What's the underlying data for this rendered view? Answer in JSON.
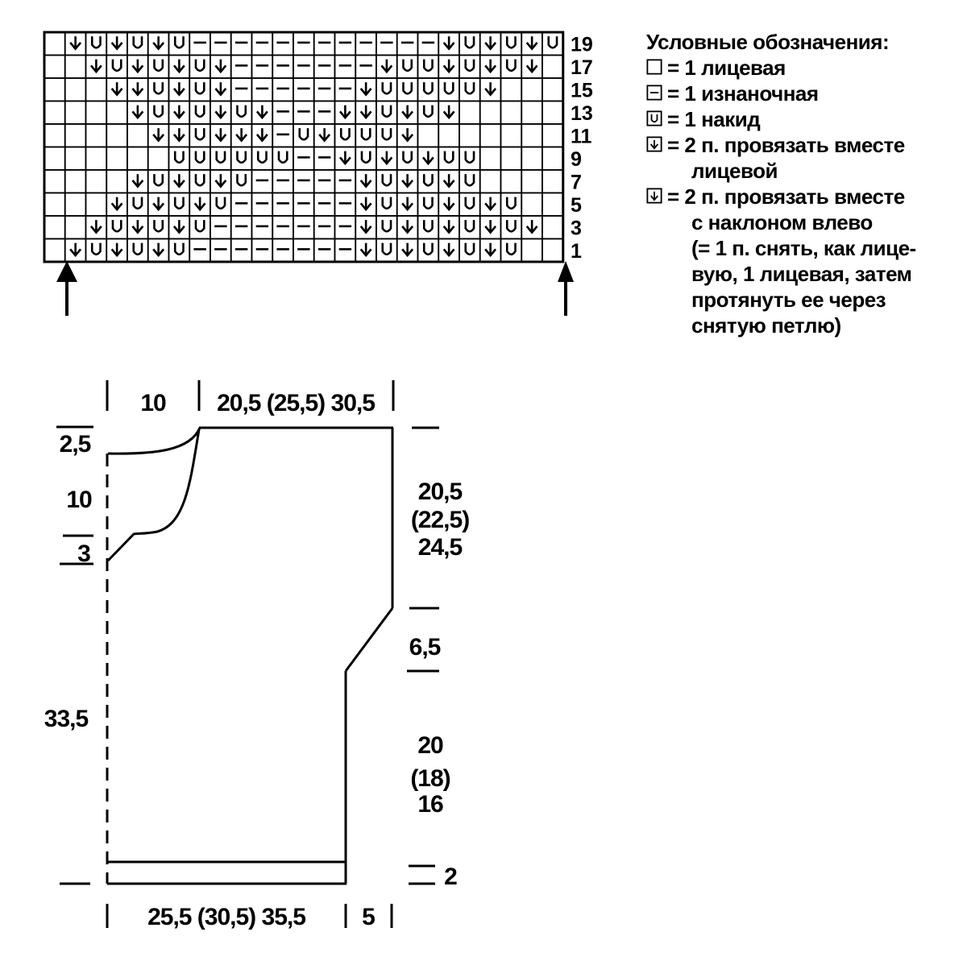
{
  "chart_grid": {
    "row_labels": [
      "19",
      "17",
      "15",
      "13",
      "11",
      "9",
      "7",
      "5",
      "3",
      "1"
    ],
    "rows": [
      ".ououou------------ouououo.",
      "..ouououo-------ouuououo...",
      "...oououo------ouuuuuo....",
      "....ouououo---oououo......",
      ".....oouooo-uouuuo........",
      "......uuuuuu--ouououu.....",
      "....ououou-----ououou.....",
      "...ououou------ouououou...",
      "..ououou-------ououououo..",
      ".ououou--------ouououou..."
    ]
  },
  "legend": {
    "title": "Условные обозначения:",
    "items": [
      {
        "symbol": "knit",
        "lines": [
          "= 1 лицевая"
        ]
      },
      {
        "symbol": "purl",
        "lines": [
          "= 1 изнаночная"
        ]
      },
      {
        "symbol": "yarn-over",
        "lines": [
          "= 1 накид"
        ]
      },
      {
        "symbol": "k2tog",
        "lines": [
          "= 2 п. провязать вместе",
          "лицевой"
        ]
      },
      {
        "symbol": "ssk",
        "lines": [
          "= 2 п. провязать вместе",
          "с наклоном влево",
          "(= 1 п. снять, как лице-",
          "вую, 1 лицевая, затем",
          "протянуть ее через",
          "снятую петлю)"
        ]
      }
    ]
  },
  "schematic": {
    "top_left_width": "10",
    "top_right_width": "20,5 (25,5) 30,5",
    "left_top": "2,5",
    "left_neck": "10",
    "left_lower_neck": "3",
    "left_body": "33,5",
    "right_upper_1": "20,5",
    "right_upper_2": "(22,5)",
    "right_upper_3": "24,5",
    "right_slope": "6,5",
    "right_lower_1": "20",
    "right_lower_2": "(18)",
    "right_lower_3": "16",
    "right_hem": "2",
    "bottom_main": "25,5 (30,5) 35,5",
    "bottom_side": "5"
  }
}
